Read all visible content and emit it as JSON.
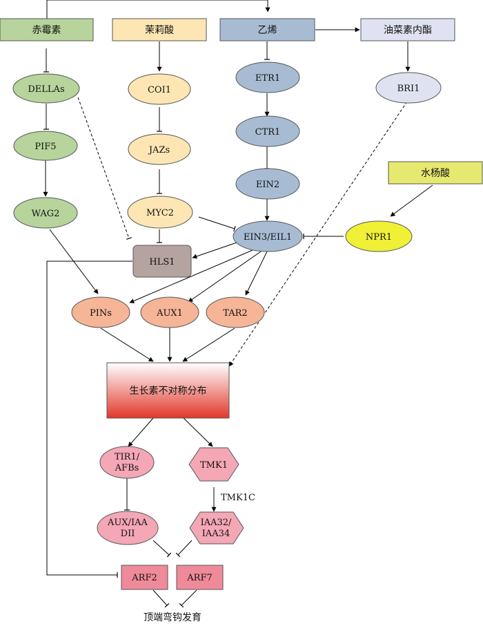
{
  "nodes": {
    "gibberellin": {
      "label": "赤霉素",
      "fill": "#b6d49b"
    },
    "jasmonic_acid": {
      "label": "茉莉酸",
      "fill": "#fde6b4"
    },
    "ethylene": {
      "label": "乙烯",
      "fill": "#a7bcd3"
    },
    "brassinolide": {
      "label": "油菜素内酯",
      "fill": "#dfe3f1"
    },
    "salicylic_acid": {
      "label": "水杨酸",
      "fill": "#e6e96f"
    },
    "dellas": {
      "label": "DELLAs",
      "fill": "#b6d49b"
    },
    "pif5": {
      "label": "PIF5",
      "fill": "#b6d49b"
    },
    "wag2": {
      "label": "WAG2",
      "fill": "#b6d49b"
    },
    "coi1": {
      "label": "COI1",
      "fill": "#fde6b4"
    },
    "jazs": {
      "label": "JAZs",
      "fill": "#fde6b4"
    },
    "myc2": {
      "label": "MYC2",
      "fill": "#fde6b4"
    },
    "etr1": {
      "label": "ETR1",
      "fill": "#a7bcd3"
    },
    "ctr1": {
      "label": "CTR1",
      "fill": "#a7bcd3"
    },
    "ein2": {
      "label": "EIN2",
      "fill": "#a7bcd3"
    },
    "ein3": {
      "label": "EIN3/EIL1",
      "fill": "#a7bcd3"
    },
    "bri1": {
      "label": "BRI1",
      "fill": "#dfe3f1"
    },
    "npr1": {
      "label": "NPR1",
      "fill": "#f0f036"
    },
    "hls1": {
      "label": "HLS1",
      "fill": "#b5a39f"
    },
    "pins": {
      "label": "PINs",
      "fill": "#f5b596"
    },
    "aux1": {
      "label": "AUX1",
      "fill": "#f5b596"
    },
    "tar2": {
      "label": "TAR2",
      "fill": "#f5b596"
    },
    "auxin_asym": {
      "label": "生长素不对称分布",
      "fill_top": "#ffffff",
      "fill_bottom": "#e0382a"
    },
    "tir1": {
      "label_lines": [
        "TIR1/",
        "AFBs"
      ],
      "fill": "#f4a7b5"
    },
    "tmk1": {
      "label": "TMK1",
      "fill": "#f4a7b5"
    },
    "aux_iaa": {
      "label_lines": [
        "AUX/IAA",
        "DII"
      ],
      "fill": "#f4a7b5"
    },
    "iaa32": {
      "label_lines": [
        "IAA32/",
        "IAA34"
      ],
      "fill": "#f4a7b5"
    },
    "arf2": {
      "label": "ARF2",
      "fill": "#ef8a9a"
    },
    "arf7": {
      "label": "ARF7",
      "fill": "#ef8a9a"
    }
  },
  "annotations": {
    "tmk1c": "TMK1C",
    "apical_hook": "顶端弯钩发育"
  }
}
